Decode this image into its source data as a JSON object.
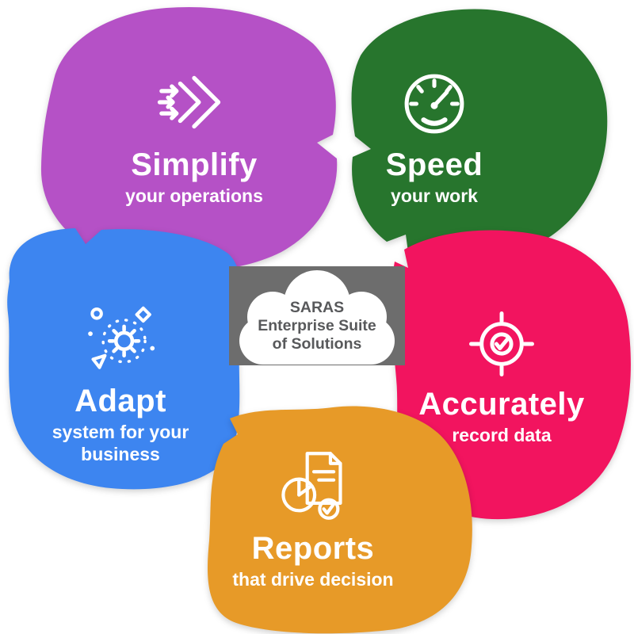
{
  "diagram_title": "SARAS Enterprise Suite of Solutions infographic",
  "center": {
    "line1": "SARAS",
    "line2": "Enterprise Suite",
    "line3": "of Solutions",
    "box_color": "#6d6d6d",
    "cloud_color": "#ffffff",
    "text_color": "#58595b"
  },
  "sections": [
    {
      "id": "simplify",
      "title": "Simplify",
      "subtitle": "your operations",
      "color": "#b551c6",
      "icon": "merge-arrows-icon"
    },
    {
      "id": "speed",
      "title": "Speed",
      "subtitle": "your work",
      "color": "#27752d",
      "icon": "speedometer-icon"
    },
    {
      "id": "adapt",
      "title": "Adapt",
      "subtitle": "system for your business",
      "color": "#3d85f0",
      "icon": "gear-orbit-icon"
    },
    {
      "id": "accurately",
      "title": "Accurately",
      "subtitle": "record data",
      "color": "#f2145f",
      "icon": "target-check-icon"
    },
    {
      "id": "reports",
      "title": "Reports",
      "subtitle": "that drive decision",
      "color": "#e79a28",
      "icon": "report-pie-icon"
    }
  ]
}
